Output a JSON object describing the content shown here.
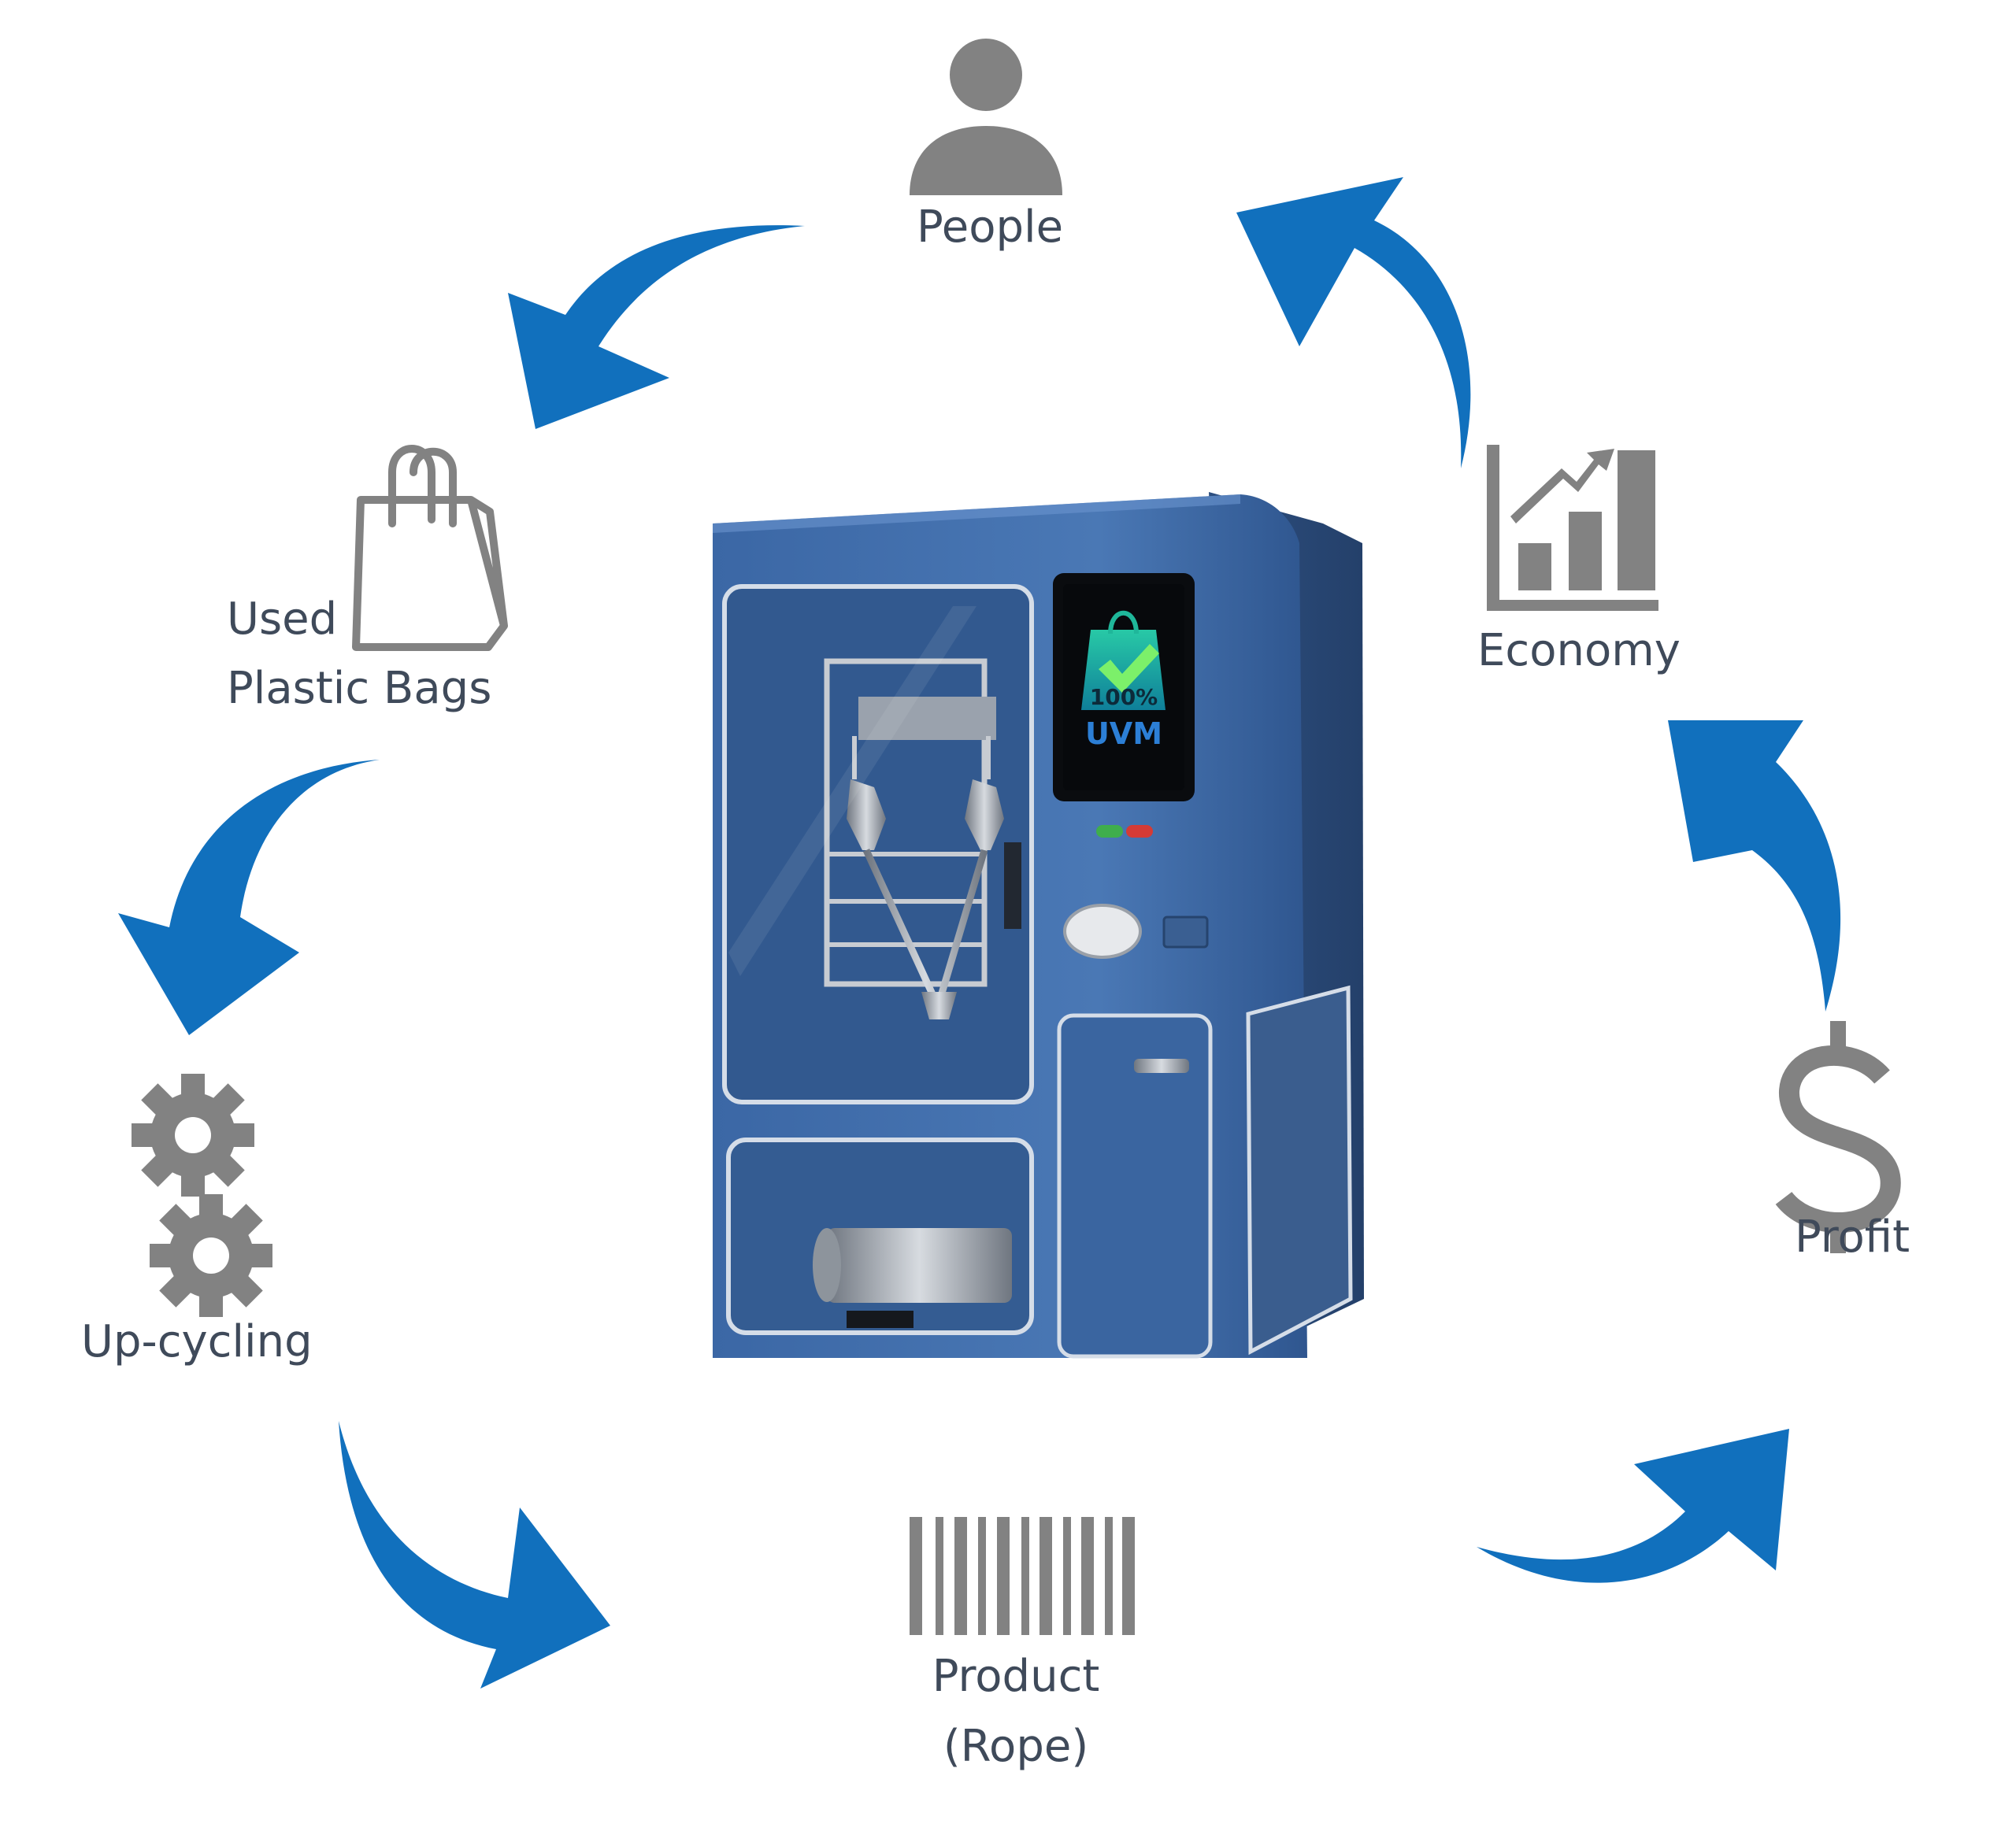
{
  "nodes": {
    "people": "People",
    "bags_line1": "Used",
    "bags_line2": "Plastic Bags",
    "upcycling": "Up-cycling",
    "product_line1": "Product",
    "product_line2": "(Rope)",
    "profit": "Profit",
    "economy": "Economy"
  },
  "machine": {
    "screen_percent": "100%",
    "screen_label": "UVM"
  },
  "colors": {
    "arrow": "#1170bd",
    "icon": "#828282",
    "text": "#3f4a5a",
    "machine_body": "#3c6aa8"
  }
}
